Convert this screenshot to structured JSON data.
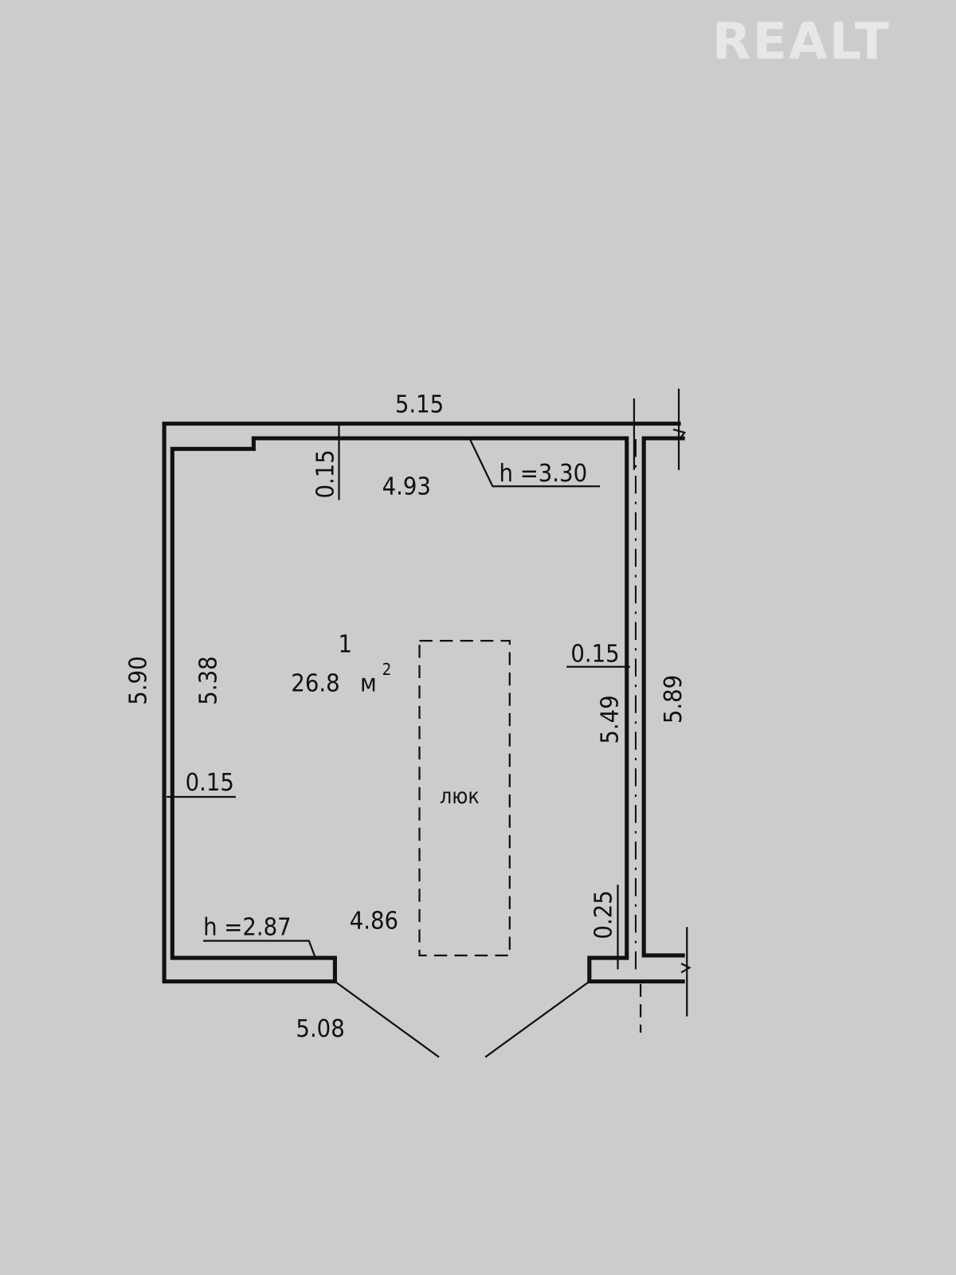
{
  "watermark": "REALT",
  "room": {
    "number": "1",
    "area": "26.8",
    "area_unit": "м",
    "area_exp": "2"
  },
  "hatch_label": "люк",
  "dimensions": {
    "top_outer": "5.15",
    "top_inner": "4.93",
    "top_wall": "0.15",
    "ceiling_top": "h =3.30",
    "left_outer": "5.90",
    "left_inner": "5.38",
    "left_wall": "0.15",
    "right_wall": "0.15",
    "right_inner": "5.49",
    "right_outer": "5.89",
    "bottom_wall": "0.25",
    "ceiling_bottom": "h =2.87",
    "bottom_inner": "4.86",
    "bottom_outer": "5.08"
  }
}
